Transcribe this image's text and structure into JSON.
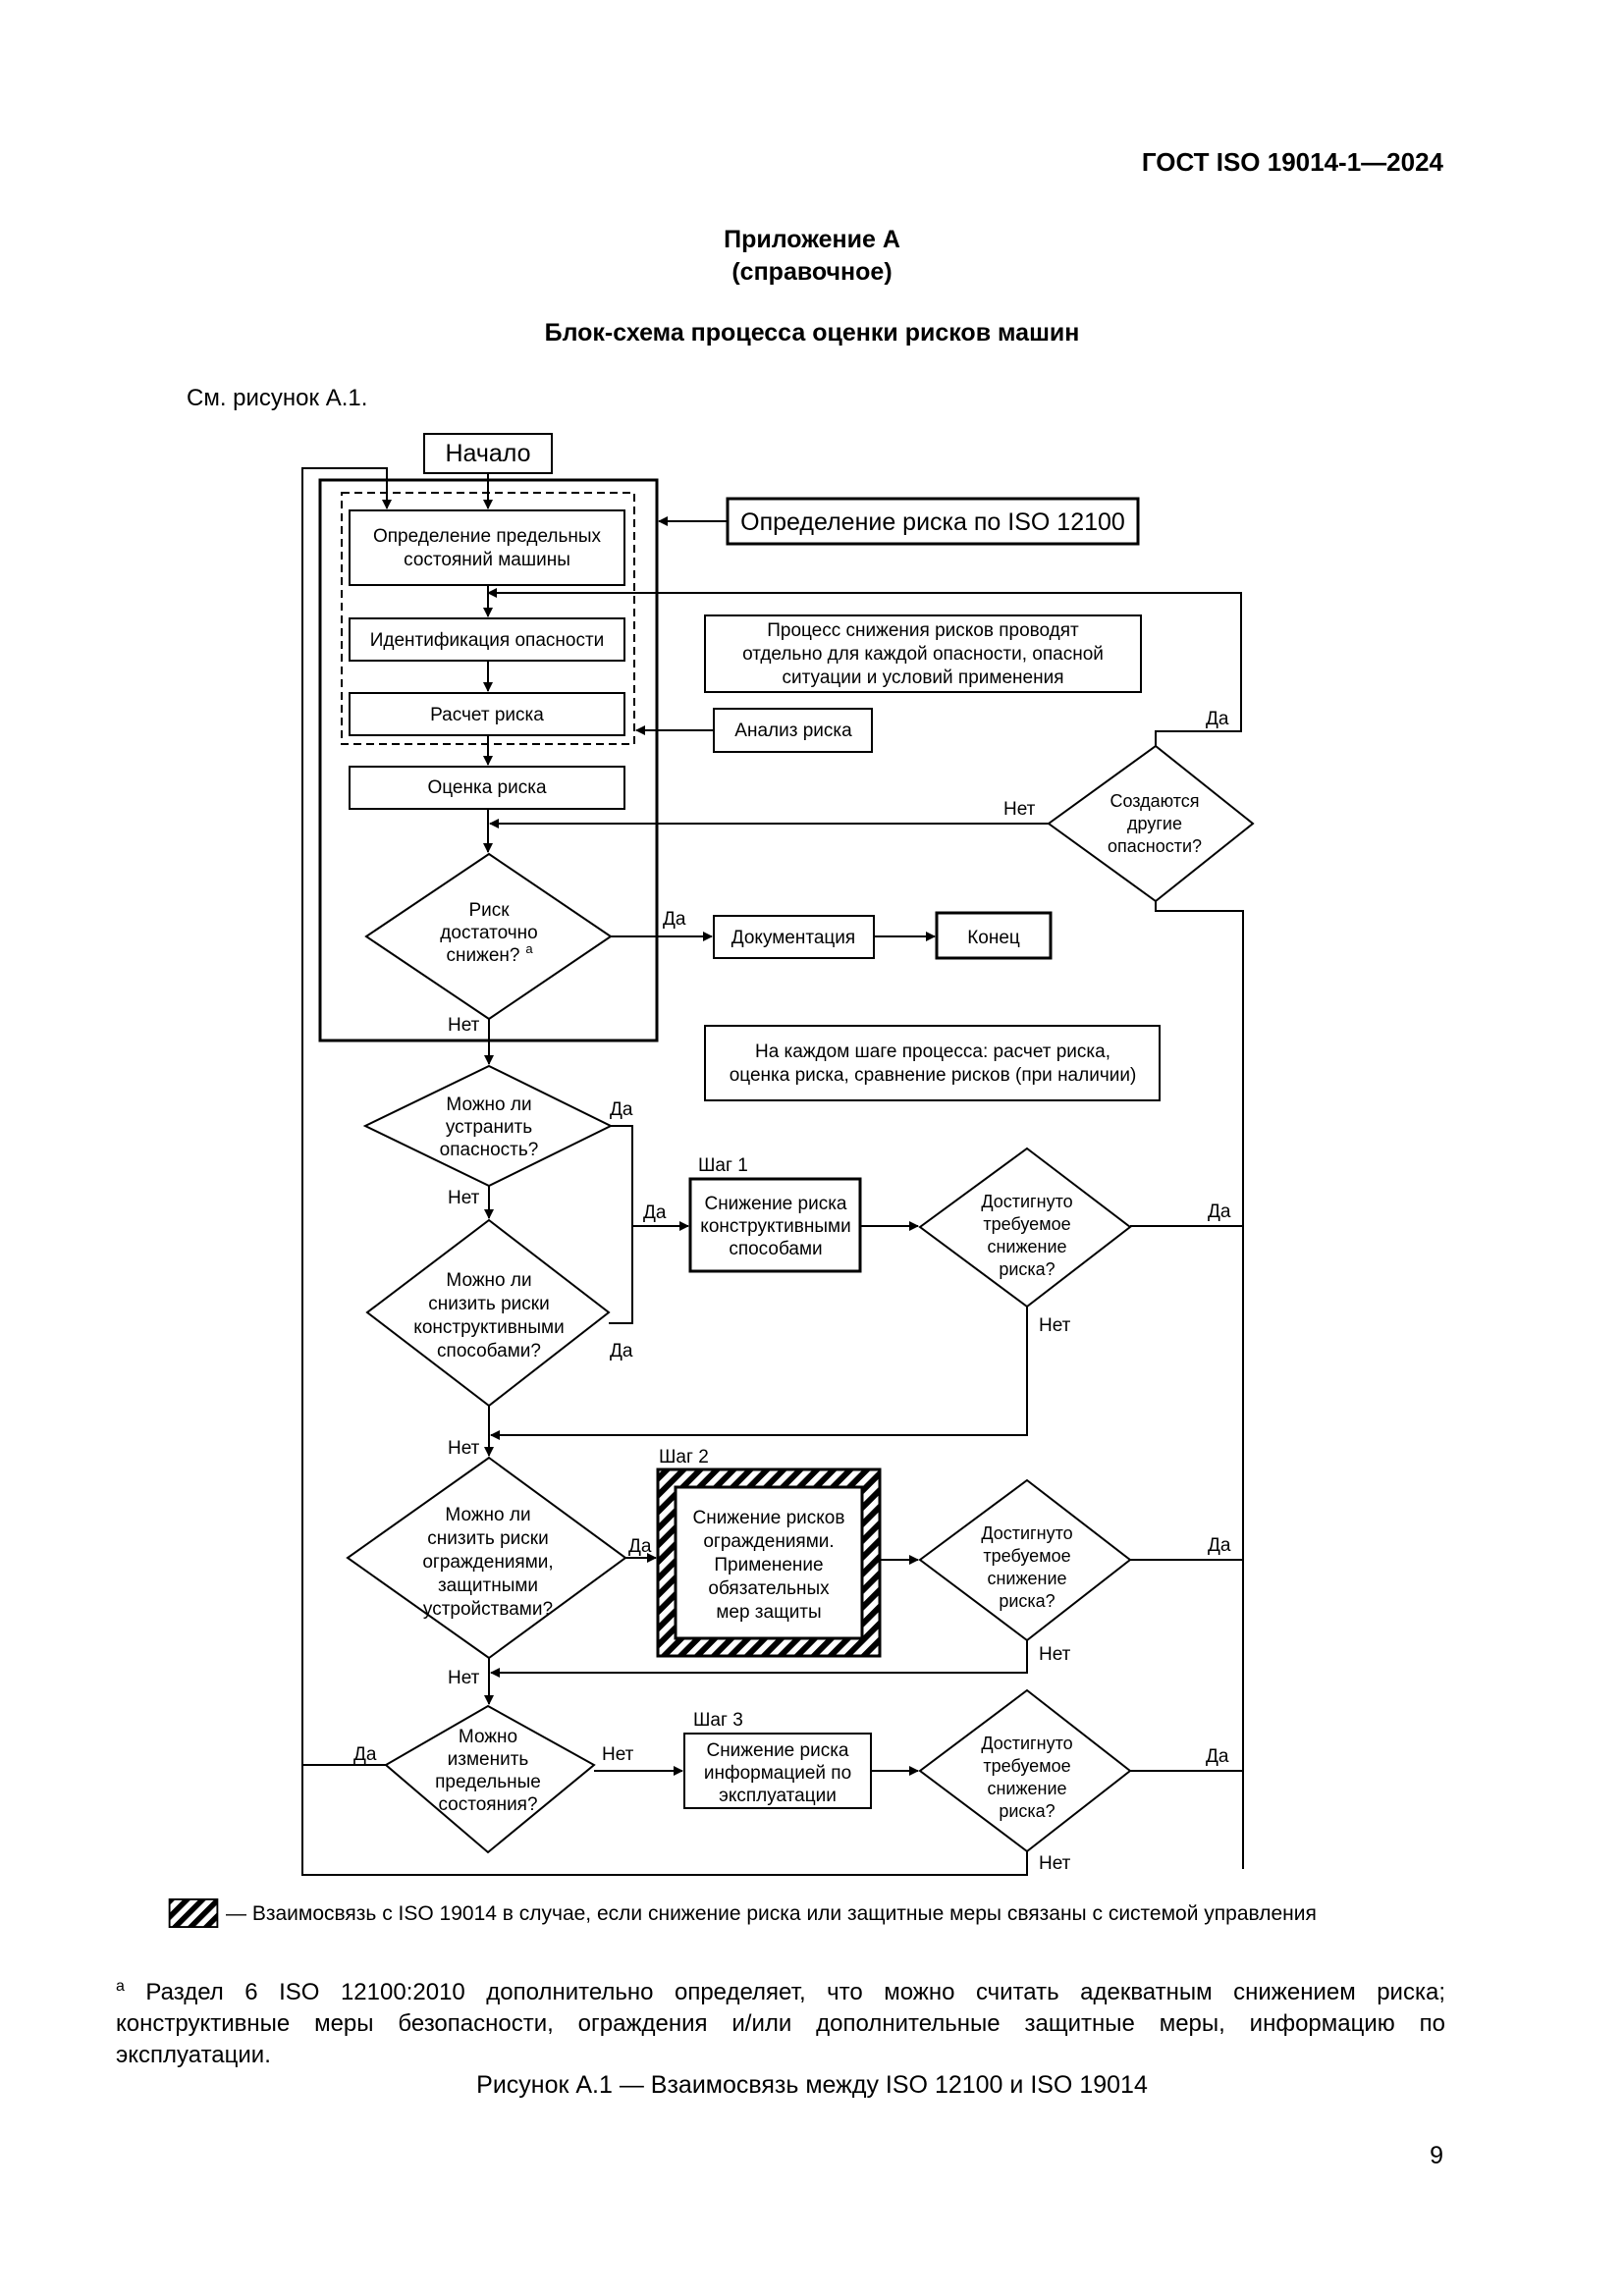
{
  "header": {
    "standard": "ГОСТ ISO 19014-1—2024"
  },
  "appendix": {
    "title": "Приложение А",
    "subtitle": "(справочное)",
    "heading": "Блок-схема процесса оценки рисков машин"
  },
  "intro": "См. рисунок А.1.",
  "flowchart": {
    "start": "Начало",
    "define_limits": [
      "Определение предельных",
      "состояний машины"
    ],
    "hazard_id": "Идентификация опасности",
    "risk_calc": "Расчет риска",
    "risk_eval": "Оценка риска",
    "risk_def_iso": "Определение риска по ISO 12100",
    "process_note": [
      "Процесс снижения рисков проводят",
      "отдельно для каждой опасности, опасной",
      "ситуации и условий применения"
    ],
    "risk_analysis": "Анализ риска",
    "other_hazards": [
      "Создаются",
      "другие",
      "опасности?"
    ],
    "risk_reduced": [
      "Риск",
      "достаточно",
      "снижен?"
    ],
    "footnote_marker": "a",
    "documentation": "Документация",
    "end": "Конец",
    "each_step_note": [
      "На каждом шаге процесса: расчет риска,",
      "оценка риска, сравнение рисков (при наличии)"
    ],
    "eliminate_q": [
      "Можно ли",
      "устранить",
      "опасность?"
    ],
    "reduce_design_q": [
      "Можно ли",
      "снизить риски",
      "конструктивными",
      "способами?"
    ],
    "step1_label": "Шаг 1",
    "step1_box": [
      "Снижение риска",
      "конструктивными",
      "способами"
    ],
    "achieved_q": [
      "Достигнуто",
      "требуемое",
      "снижение",
      "риска?"
    ],
    "step2_label": "Шаг 2",
    "step2_box": [
      "Снижение рисков",
      "ограждениями.",
      "Применение",
      "обязательных",
      "мер защиты"
    ],
    "reduce_guards_q": [
      "Можно ли",
      "снизить риски",
      "ограждениями,",
      "защитными",
      "устройствами?"
    ],
    "change_limits_q": [
      "Можно",
      "изменить",
      "предельные",
      "состояния?"
    ],
    "step3_label": "Шаг 3",
    "step3_box": [
      "Снижение риска",
      "информацией по",
      "эксплуатации"
    ],
    "yes": "Да",
    "no": "Нет"
  },
  "legend": "— Взаимосвязь с ISO 19014 в случае, если снижение риска или защитные меры связаны с системой управления",
  "footnote": {
    "marker": "a",
    "text": "Раздел 6 ISO 12100:2010 дополнительно определяет, что можно считать адекватным снижением риска; конструктивные меры безопасности, ограждения и/или дополнительные защитные меры, информацию по эксплуатации."
  },
  "caption": "Рисунок А.1 — Взаимосвязь между ISO 12100 и ISO 19014",
  "page_number": "9"
}
